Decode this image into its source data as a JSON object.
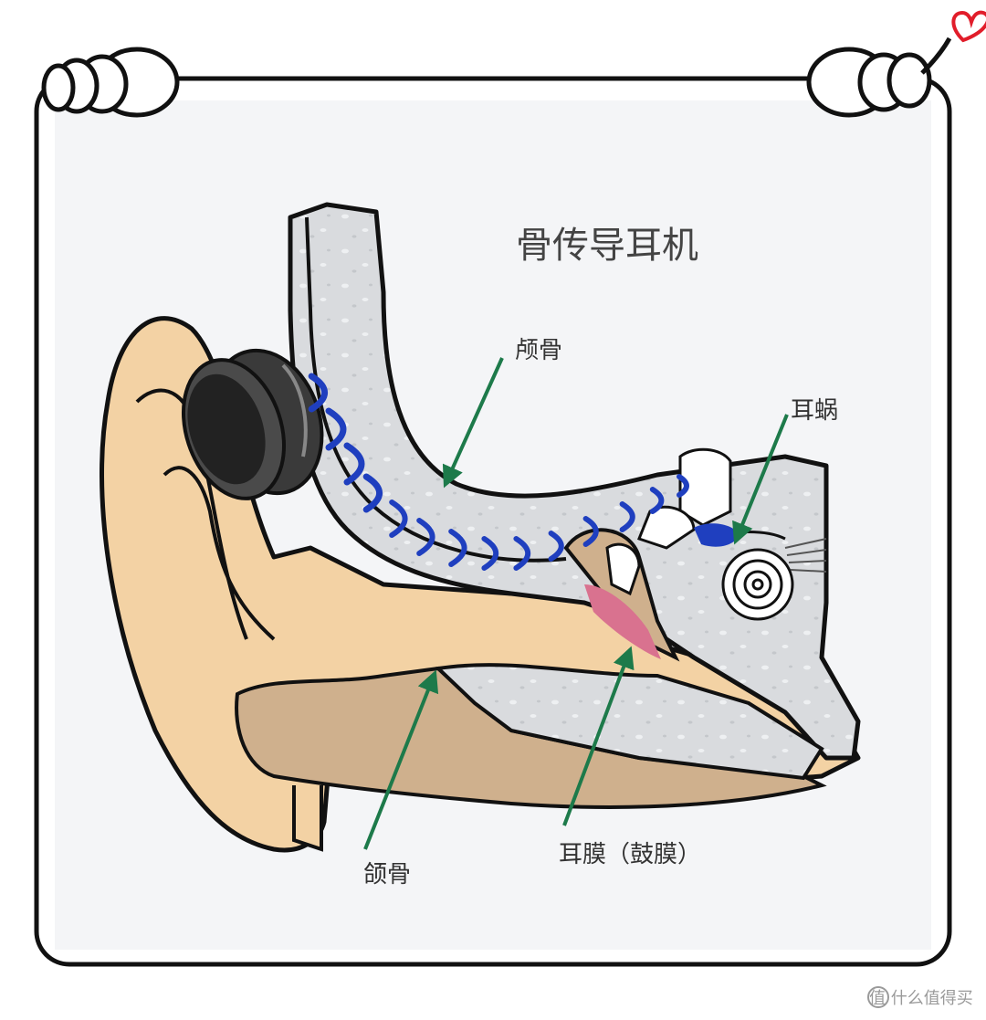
{
  "title": "骨传导耳机",
  "labels": {
    "skull": "颅骨",
    "cochlea": "耳蜗",
    "ear_canal_bone": "颌骨",
    "eardrum": "耳膜（鼓膜）"
  },
  "watermark": "值 什么值得买",
  "colors": {
    "frame": "#111111",
    "skin": "#f3d2a4",
    "bone_inner": "#cfb08d",
    "bone_gray": "#d9dbde",
    "wave": "#1f3fbf",
    "arrow": "#1d7a4a",
    "eardrum": "#d9728f",
    "heart": "#e11d2a"
  },
  "icons": {
    "heart": "heart-icon",
    "left_hand": "left-hand-icon",
    "right_hand": "right-hand-icon",
    "earphone": "earphone-icon",
    "watermark": "smzdm-logo-icon"
  }
}
